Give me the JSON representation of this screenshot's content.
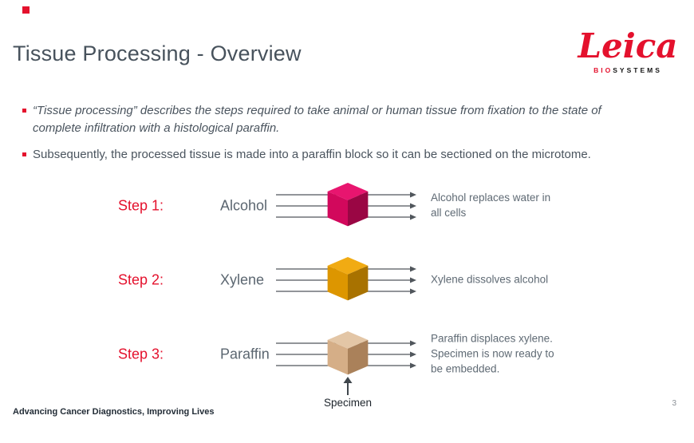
{
  "page": {
    "title": "Tissue Processing - Overview",
    "footer": "Advancing Cancer Diagnostics, Improving Lives",
    "page_number": "3"
  },
  "logo": {
    "name": "Leica",
    "bio": "BIO",
    "systems": "SYSTEMS"
  },
  "bullets": [
    "“Tissue processing” describes the steps required to take animal or human tissue from fixation to the state of complete infiltration with a histological paraffin.",
    "Subsequently, the processed tissue is made into a paraffin block so it can be sectioned on the microtome."
  ],
  "diagram": {
    "steps": [
      {
        "label": "Step 1:",
        "chemical": "Alcohol",
        "description": "Alcohol replaces water in\nall cells",
        "cube": {
          "top": "#e8156f",
          "front": "#d2085c",
          "side": "#9a0644"
        }
      },
      {
        "label": "Step 2:",
        "chemical": "Xylene",
        "description": "Xylene dissolves alcohol",
        "cube": {
          "top": "#f1ab13",
          "front": "#dd9600",
          "side": "#a87200"
        }
      },
      {
        "label": "Step 3:",
        "chemical": "Paraffin",
        "description": "Paraffin displaces xylene.\nSpecimen is now ready to\nbe embedded.",
        "cube": {
          "top": "#e3c6a6",
          "front": "#d5ae87",
          "side": "#aa815a"
        }
      }
    ],
    "specimen_label": "Specimen"
  },
  "colors": {
    "brand_red": "#e4112d",
    "title_gray": "#47525c",
    "body_gray": "#4a545e",
    "description_gray": "#5f6a74",
    "arrow_gray": "#50565c"
  }
}
